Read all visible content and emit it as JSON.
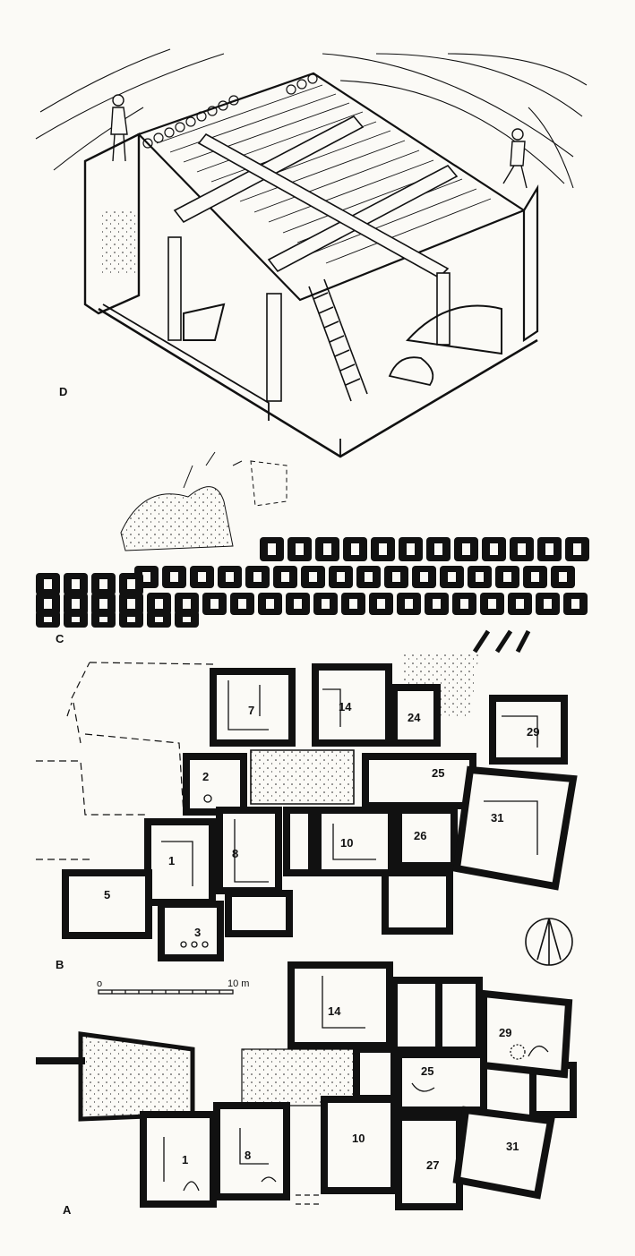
{
  "panels": [
    {
      "id": "D",
      "label": "D"
    },
    {
      "id": "C",
      "label": "C"
    },
    {
      "id": "B",
      "label": "B",
      "rooms": [
        {
          "num": "7"
        },
        {
          "num": "14"
        },
        {
          "num": "24"
        },
        {
          "num": "29"
        },
        {
          "num": "2"
        },
        {
          "num": "25"
        },
        {
          "num": "31"
        },
        {
          "num": "1"
        },
        {
          "num": "8"
        },
        {
          "num": "10"
        },
        {
          "num": "26"
        },
        {
          "num": "5"
        },
        {
          "num": "3"
        }
      ]
    },
    {
      "id": "A",
      "label": "A",
      "rooms": [
        {
          "num": "14"
        },
        {
          "num": "29"
        },
        {
          "num": "25"
        },
        {
          "num": "1"
        },
        {
          "num": "8"
        },
        {
          "num": "10"
        },
        {
          "num": "27"
        },
        {
          "num": "31"
        }
      ]
    }
  ],
  "scale_bar": {
    "start": "o",
    "end": "10 m"
  },
  "colors": {
    "ink": "#111111",
    "paper": "#fbfaf6"
  },
  "icons": {
    "north_arrow": "north-arrow-icon"
  }
}
